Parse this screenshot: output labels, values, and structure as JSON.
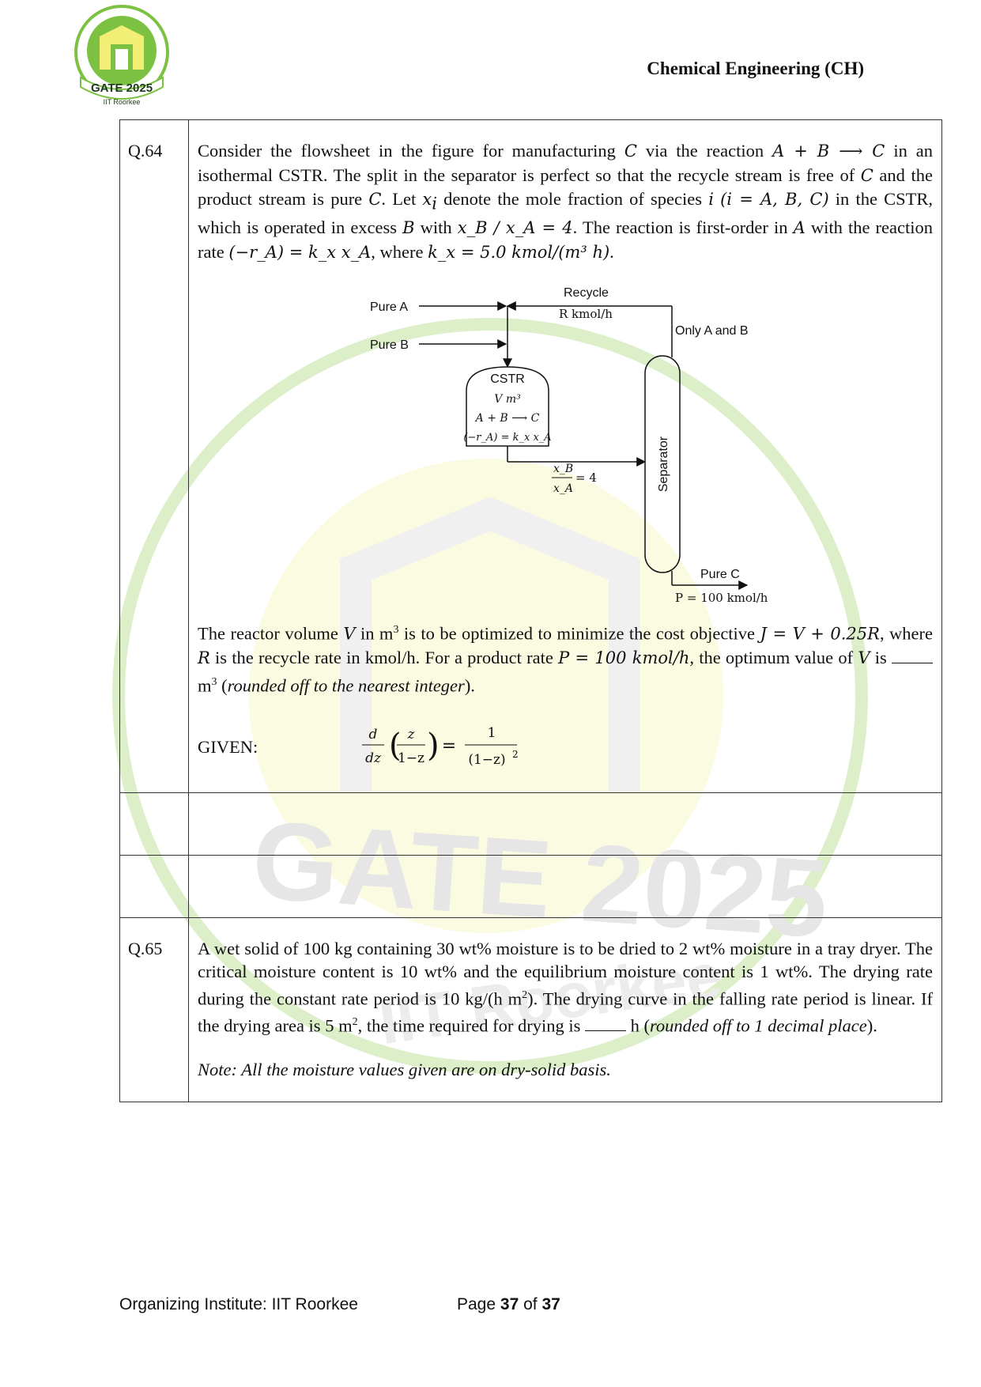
{
  "header": {
    "logo_text": "GATE 2025",
    "logo_subtext": "IIT Roorkee",
    "subject": "Chemical Engineering (CH)"
  },
  "watermark": {
    "text": "GATE 2025",
    "subtext": "IIT Roorkee"
  },
  "questions": [
    {
      "number": "Q.64",
      "intro": {
        "p1": "Consider the flowsheet in the figure for manufacturing ",
        "v_C": "C",
        "p2": " via the reaction ",
        "reaction": "A + B ⟶ C",
        "p3": " in an isothermal CSTR. The split in the separator is perfect so that the recycle stream is free of ",
        "v_C2": "C",
        "p4": " and the product stream is pure ",
        "v_C3": "C",
        "p5": ". Let ",
        "v_xi": "x",
        "v_xi_sub": "i",
        "p6": " denote the mole fraction of species ",
        "v_i": "i",
        "species": "(i = A, B, C)",
        "p7": " in the CSTR, which is operated in excess ",
        "v_B": "B",
        "p8": " with ",
        "ratio": "x_B / x_A = 4",
        "p9": ". The reaction is first-order in ",
        "v_A": "A",
        "p10": " with the reaction rate ",
        "rate": "(−r_A) = k_x x_A",
        "p11": ", where ",
        "kx": "k_x = 5.0 kmol/(m³ h)",
        "p12": "."
      },
      "diagram": {
        "pure_a": "Pure A",
        "pure_b": "Pure B",
        "recycle": "Recycle",
        "recycle_rate": "R kmol/h",
        "only_ab": "Only A and B",
        "cstr": "CSTR",
        "volume": "V m³",
        "reaction": "A + B ⟶ C",
        "rate": "(−r_A) = k_x x_A",
        "ratio_num": "x_B",
        "ratio_den": "x_A",
        "ratio_val": "= 4",
        "separator": "Separator",
        "pure_c": "Pure C",
        "product": "P = 100 kmol/h"
      },
      "body": {
        "p1": "The reactor volume ",
        "v_V": "V",
        "p2": " in m",
        "p2_sup": "3",
        "p3": " is to be optimized to minimize the cost objective ",
        "objective": "J = V + 0.25R",
        "p4": ", where ",
        "v_R": "R",
        "p5": " is the recycle rate in kmol/h. For a product rate ",
        "product": "P = 100 kmol/h",
        "p6": ", the optimum value of ",
        "v_V2": "V",
        "p7": " is ",
        "p8": " m",
        "p8_sup": "3",
        "p9": " (",
        "rounding": "rounded off to the nearest integer",
        "p10": ")."
      },
      "given": {
        "label": "GIVEN:",
        "d": "d",
        "dz": "dz",
        "z": "z",
        "one_minus_z": "1−z",
        "one": "1",
        "den": "(1−z)",
        "den_sup": "2",
        "eq": "="
      }
    },
    {
      "number": "Q.65",
      "p1": "A wet solid of 100 kg containing 30 wt% moisture is to be dried to 2 wt% moisture in a tray dryer. The critical moisture content is 10 wt% and the equilibrium moisture content is 1 wt%. The drying rate during the constant rate period is 10 kg/(h m",
      "p1_sup": "2",
      "p2": "). The drying curve in the falling rate period is linear. If the drying area is 5 m",
      "p2_sup": "2",
      "p3": ", the time required for drying is ",
      "p4": " h (",
      "rounding": "rounded off to 1 decimal place",
      "p5": ").",
      "note": "Note: All the moisture values given are on dry-solid basis."
    }
  ],
  "footer": {
    "institute": "Organizing Institute: IIT Roorkee",
    "page_prefix": "Page ",
    "page_current": "37",
    "page_of": " of ",
    "page_total": "37"
  },
  "colors": {
    "logo_green": "#7cc142",
    "logo_yellow": "#f3ee76",
    "watermark_green": "#dcefc9",
    "watermark_yellow": "#f8f8cf",
    "watermark_gray": "#ececec"
  }
}
